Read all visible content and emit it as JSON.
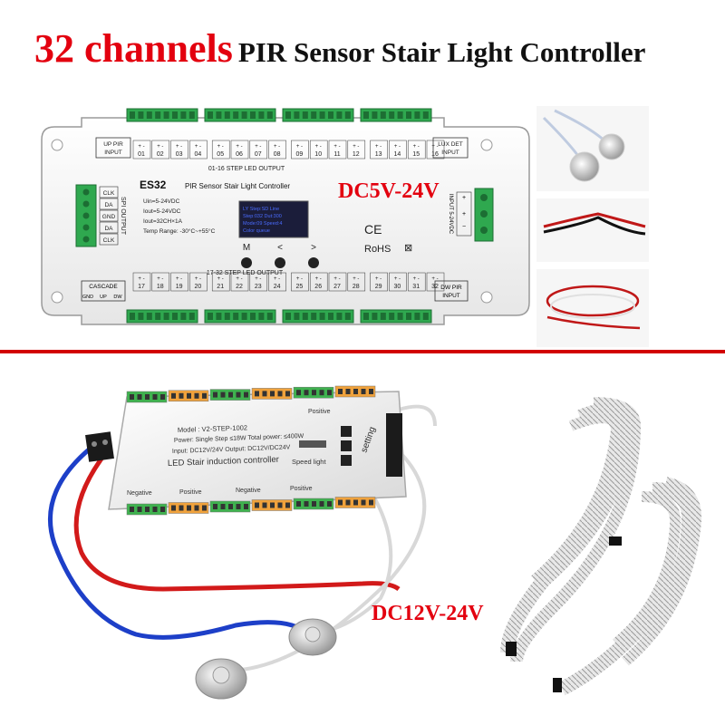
{
  "title": {
    "channels": "32 channels",
    "rest": "PIR Sensor Stair Light Controller"
  },
  "voltage_top": "DC5V-24V",
  "voltage_bottom": "DC12V-24V",
  "controller1": {
    "model": "ES32",
    "name": "PIR Sensor Stair Light Controller",
    "specs": [
      "Uin=5-24VDC",
      "Iout=5-24VDC",
      "Iout=32CH×1A",
      "Temp Range: -30°C~+55°C"
    ],
    "up_pir": "UP PIR INPUT",
    "lux_det": "LUX DET INPUT",
    "out_1_16": "01-16 STEP LED OUTPUT",
    "out_17_32": "17-32 STEP LED OUTPUT",
    "cascade": "CASCADE",
    "cascade_pins": [
      "GND",
      "UP",
      "DW"
    ],
    "dw_pir": "DW PIR INPUT",
    "spi": "SPI OUTPUT",
    "spi_pins": [
      "CLK",
      "DA",
      "GND",
      "DA",
      "CLK"
    ],
    "input_label": "INPUT 5-24VDC",
    "buttons": [
      "M",
      "<",
      ">"
    ],
    "certs": [
      "CE",
      "RoHS"
    ],
    "channels_top": [
      "01",
      "02",
      "03",
      "04",
      "05",
      "06",
      "07",
      "08",
      "09",
      "10",
      "11",
      "12",
      "13",
      "14",
      "15",
      "16"
    ],
    "channels_bottom": [
      "17",
      "18",
      "19",
      "20",
      "21",
      "22",
      "23",
      "24",
      "25",
      "26",
      "27",
      "28",
      "29",
      "30",
      "31",
      "32"
    ]
  },
  "controller2": {
    "model": "Model : V2-STEP-1002",
    "power": "Power: Single Step ≤18W  Total power: ≤400W",
    "io": "Input: DC12V/24V  Output: DC12V/DC24V",
    "name": "LED Stair induction controller",
    "speed": "Speed light",
    "setting": "setting",
    "negative": "Negative",
    "positive": "Positive"
  }
}
